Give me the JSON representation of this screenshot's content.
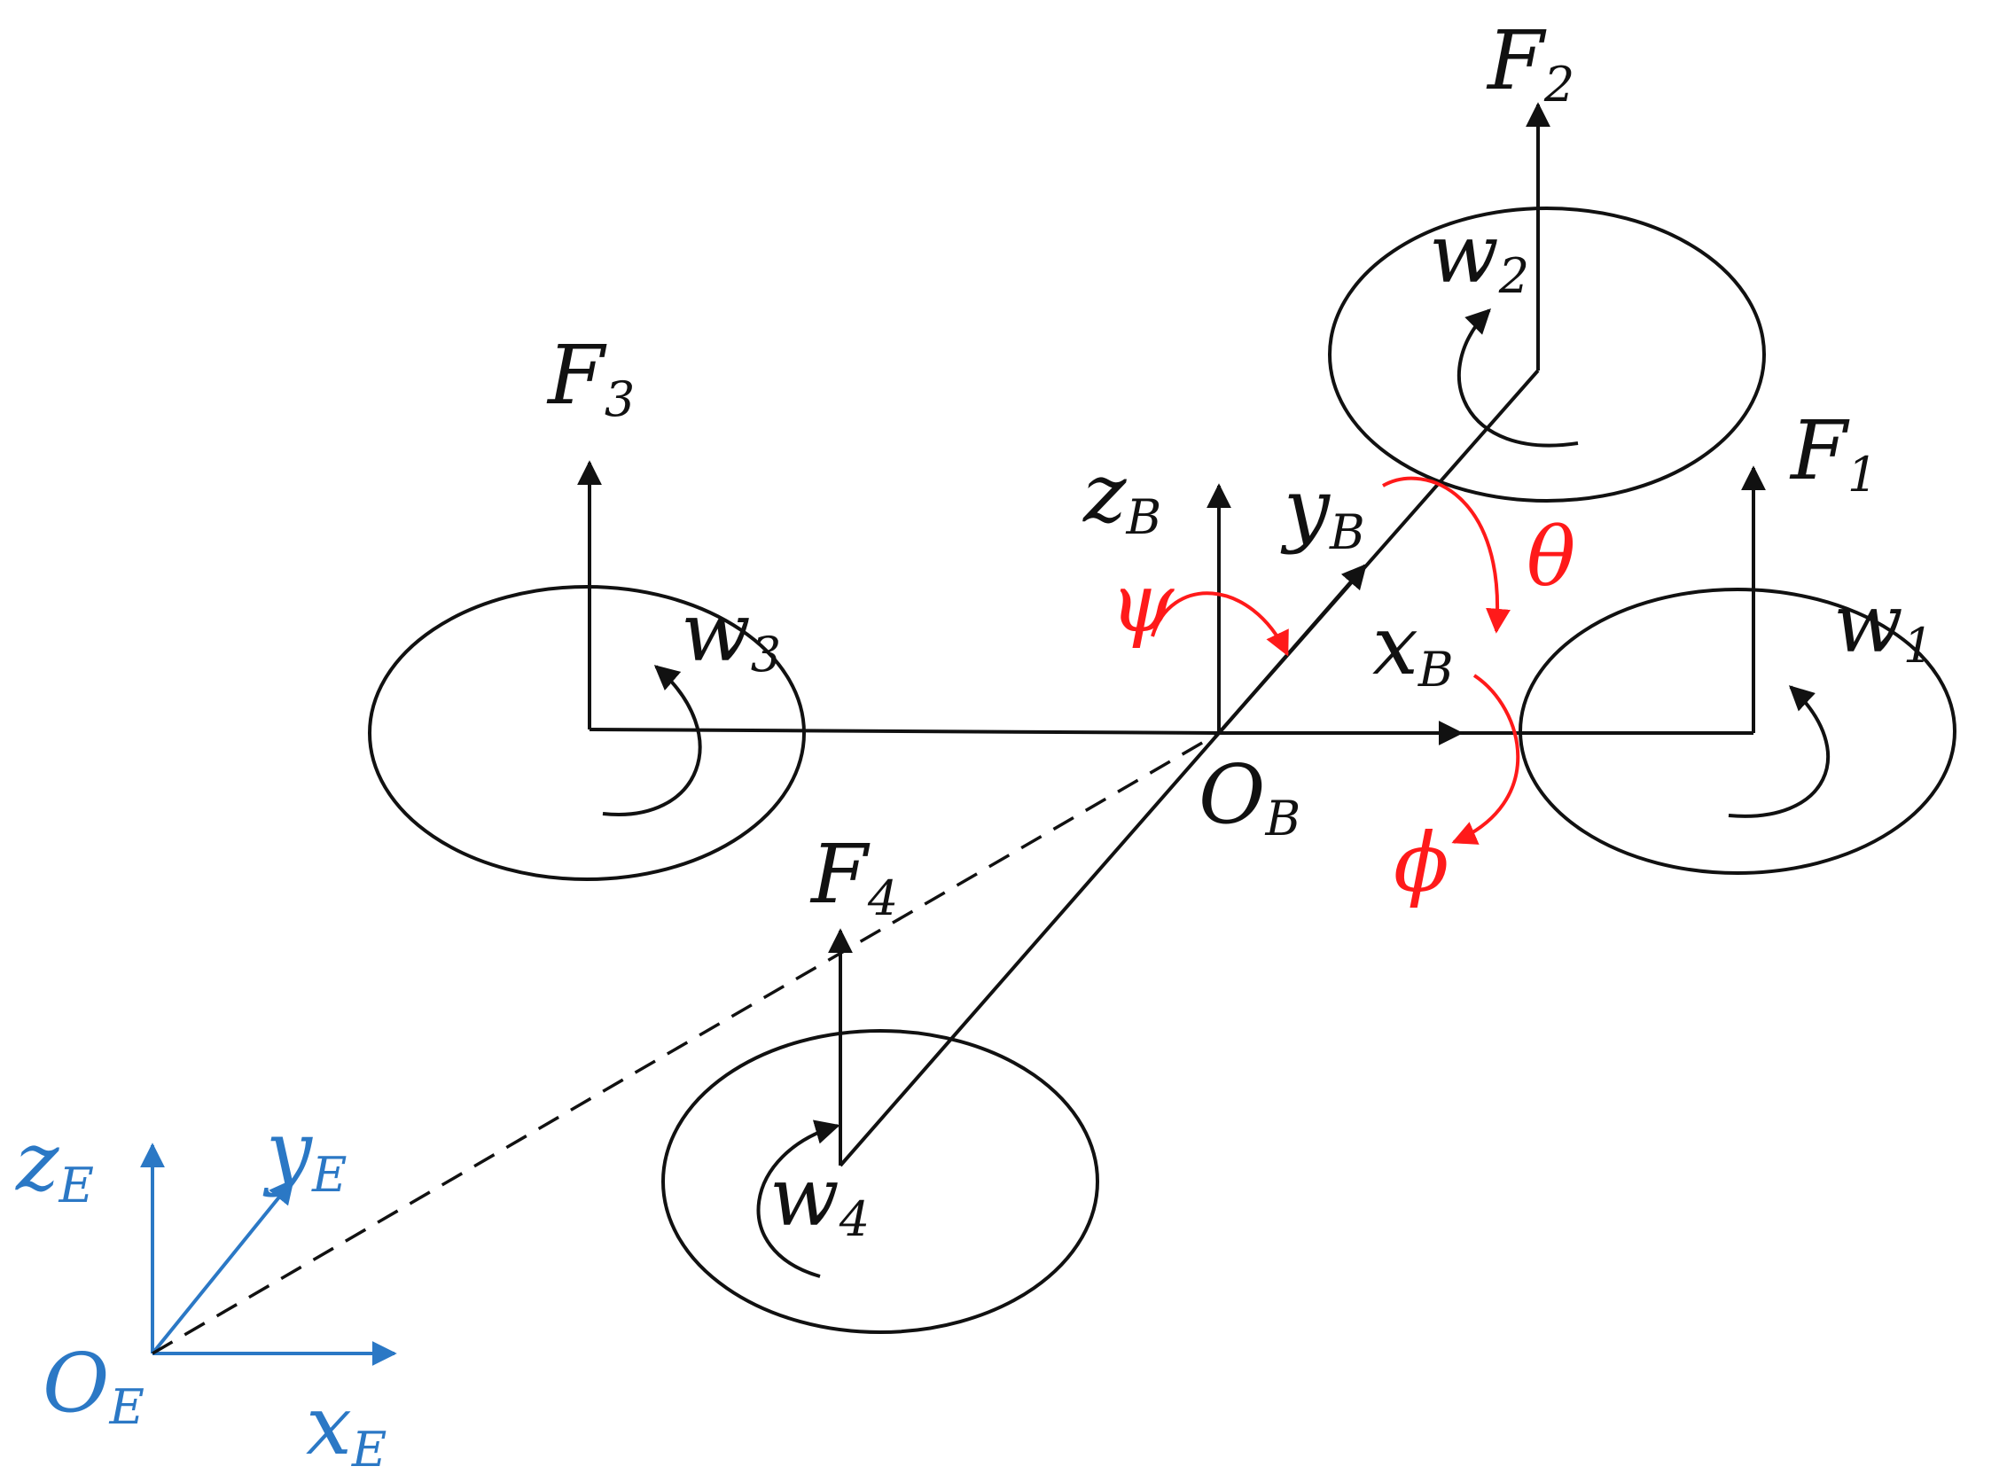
{
  "colors": {
    "ink": "#111111",
    "angle": "#ff1a1a",
    "earth_frame": "#2b78c5",
    "background": "#ffffff"
  },
  "labels": {
    "F1": {
      "main": "F",
      "sub": "1"
    },
    "F2": {
      "main": "F",
      "sub": "2"
    },
    "F3": {
      "main": "F",
      "sub": "3"
    },
    "F4": {
      "main": "F",
      "sub": "4"
    },
    "w1": {
      "main": "w",
      "sub": "1"
    },
    "w2": {
      "main": "w",
      "sub": "2"
    },
    "w3": {
      "main": "w",
      "sub": "3"
    },
    "w4": {
      "main": "w",
      "sub": "4"
    },
    "zB": {
      "main": "z",
      "sub": "B"
    },
    "yB": {
      "main": "y",
      "sub": "B"
    },
    "xB": {
      "main": "x",
      "sub": "B"
    },
    "OB": {
      "main": "O",
      "sub": "B"
    },
    "zE": {
      "main": "z",
      "sub": "E"
    },
    "yE": {
      "main": "y",
      "sub": "E"
    },
    "xE": {
      "main": "x",
      "sub": "E"
    },
    "OE": {
      "main": "O",
      "sub": "E"
    },
    "psi": "ψ",
    "theta": "θ",
    "phi": "ϕ"
  }
}
